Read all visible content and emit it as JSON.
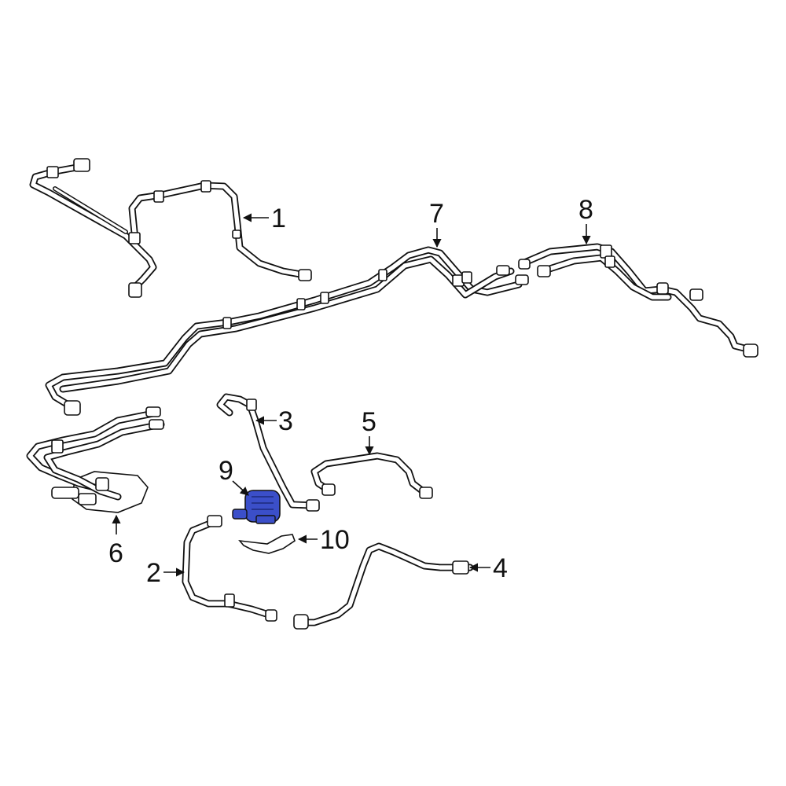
{
  "diagram": {
    "highlight_color": "#3b4fc9",
    "line_color": "#111111",
    "callouts": [
      {
        "id": "1",
        "label": "1"
      },
      {
        "id": "2",
        "label": "2"
      },
      {
        "id": "3",
        "label": "3"
      },
      {
        "id": "4",
        "label": "4"
      },
      {
        "id": "5",
        "label": "5"
      },
      {
        "id": "6",
        "label": "6"
      },
      {
        "id": "7",
        "label": "7"
      },
      {
        "id": "8",
        "label": "8"
      },
      {
        "id": "9",
        "label": "9"
      },
      {
        "id": "10",
        "label": "10"
      }
    ],
    "highlighted_part": "9"
  }
}
